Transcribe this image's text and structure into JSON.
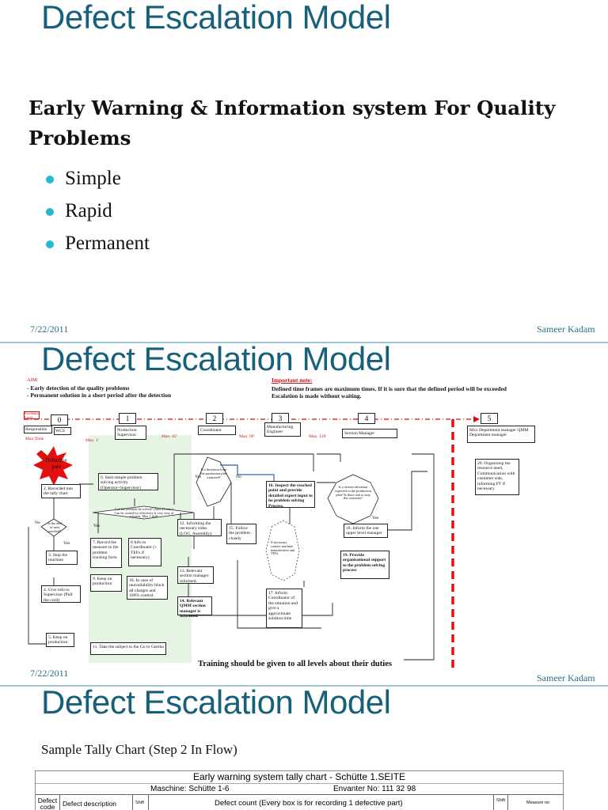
{
  "slide1": {
    "title": "Defect Escalation Model",
    "subtitle": "Early Warning & Information system For Quality Problems",
    "bullets": [
      "Simple",
      "Rapid",
      "Permanent"
    ],
    "date": "7/22/2011",
    "author": "Sameer Kadam"
  },
  "slide2": {
    "title": "Defect Escalation Model",
    "aim_label": "AIM:",
    "aim_lines": [
      "- Early detection of the quality problems",
      "- Permanent solution in a short period after the detection"
    ],
    "note_label": "Important note:",
    "note_lines": [
      "Defined time frames are maximum times.  If it is sure that the defined period will be exceeded",
      "Escalation is made without waiting."
    ],
    "escalation_level": "Escalation Level",
    "responsible": "Responsible",
    "max_time": "Max Time",
    "levels": [
      "0",
      "1",
      "2",
      "3",
      "4",
      "5"
    ],
    "roles": {
      "wcs": "WCS",
      "l1": "Production Supervisor",
      "l2": "Coordinator",
      "l3": "Manufacturing Engineer",
      "l4": "Section Manager",
      "l5": "Mxx Department manager QMM Department manager"
    },
    "times": [
      "Max. 1'",
      "Max. 45'",
      "Max. 90'",
      "Max. 120'"
    ],
    "defective_part": "Defective part",
    "steps": {
      "s2": "2. Recorded into the tally chart",
      "q_end": "Is the end of area reached?",
      "yes": "Yes",
      "no": "No",
      "s3": "3. Stop the machine",
      "s4": "4. Give info to Supervisor (Pull the cord)",
      "s5": "5. Keep on production",
      "s6": "6. Start simple problem solving activity (Operator+Supervisor)",
      "q_solved": "Can the problem be solved? (Max.45 min.) Can be waited for effectivity if very easy of solution. Max 1 shift.",
      "s7": "7. Record the measure to the problem tracking form",
      "s8": "8 Info to Coordinator (+ TEFs if necessary)",
      "s9": "9. Keep on production",
      "s10": "10. In case of unavailability block all charges and 100% control.",
      "s11": "11. Take the subject to the Go to Gemba",
      "q_dev": "Is a deviation from the production plan expected?",
      "s12": "12. Informing the necessary sides (LOG, Assembly)",
      "s13": "13. Relevant section manager informed.",
      "s14": "14. Relevant QMM section manager is informed.",
      "s15": "15. Follow the problem closely",
      "s16": "16. Inspect the reached point and provide detailed expert input to he problem solving Process.",
      "hex": "If necessary contact machine manufacturer and TEFs",
      "s17": "17. Inform Coordinator of the situation and give a approximate solution time",
      "q_serious": "Is a serious deviation expected to the production plan? Is there risk to stop the customer?",
      "s18": "18. Inform the one upper level manager",
      "s19": "19. Provide organisational support to the problem solving process",
      "s20": "20. Organizing the resource need, Communication with customer side, informing PT if necessary"
    },
    "training": "Training should be given to all levels about their duties",
    "date": "7/22/2011",
    "author": "Sameer Kadam"
  },
  "slide3": {
    "title": "Defect Escalation Model",
    "subtitle": "Sample Tally Chart (Step 2 In Flow)",
    "table_title": "Early warning system tally chart - Schütte 1.SEITE",
    "machine": "Maschine: Schütte 1-6",
    "envanter": "Envanter No:  111 32 98",
    "headers": [
      "Defect code",
      "Defect description",
      "Shift",
      "Defect count (Every box is for recording 1 defective part)",
      "Shift",
      "Measure no"
    ]
  }
}
